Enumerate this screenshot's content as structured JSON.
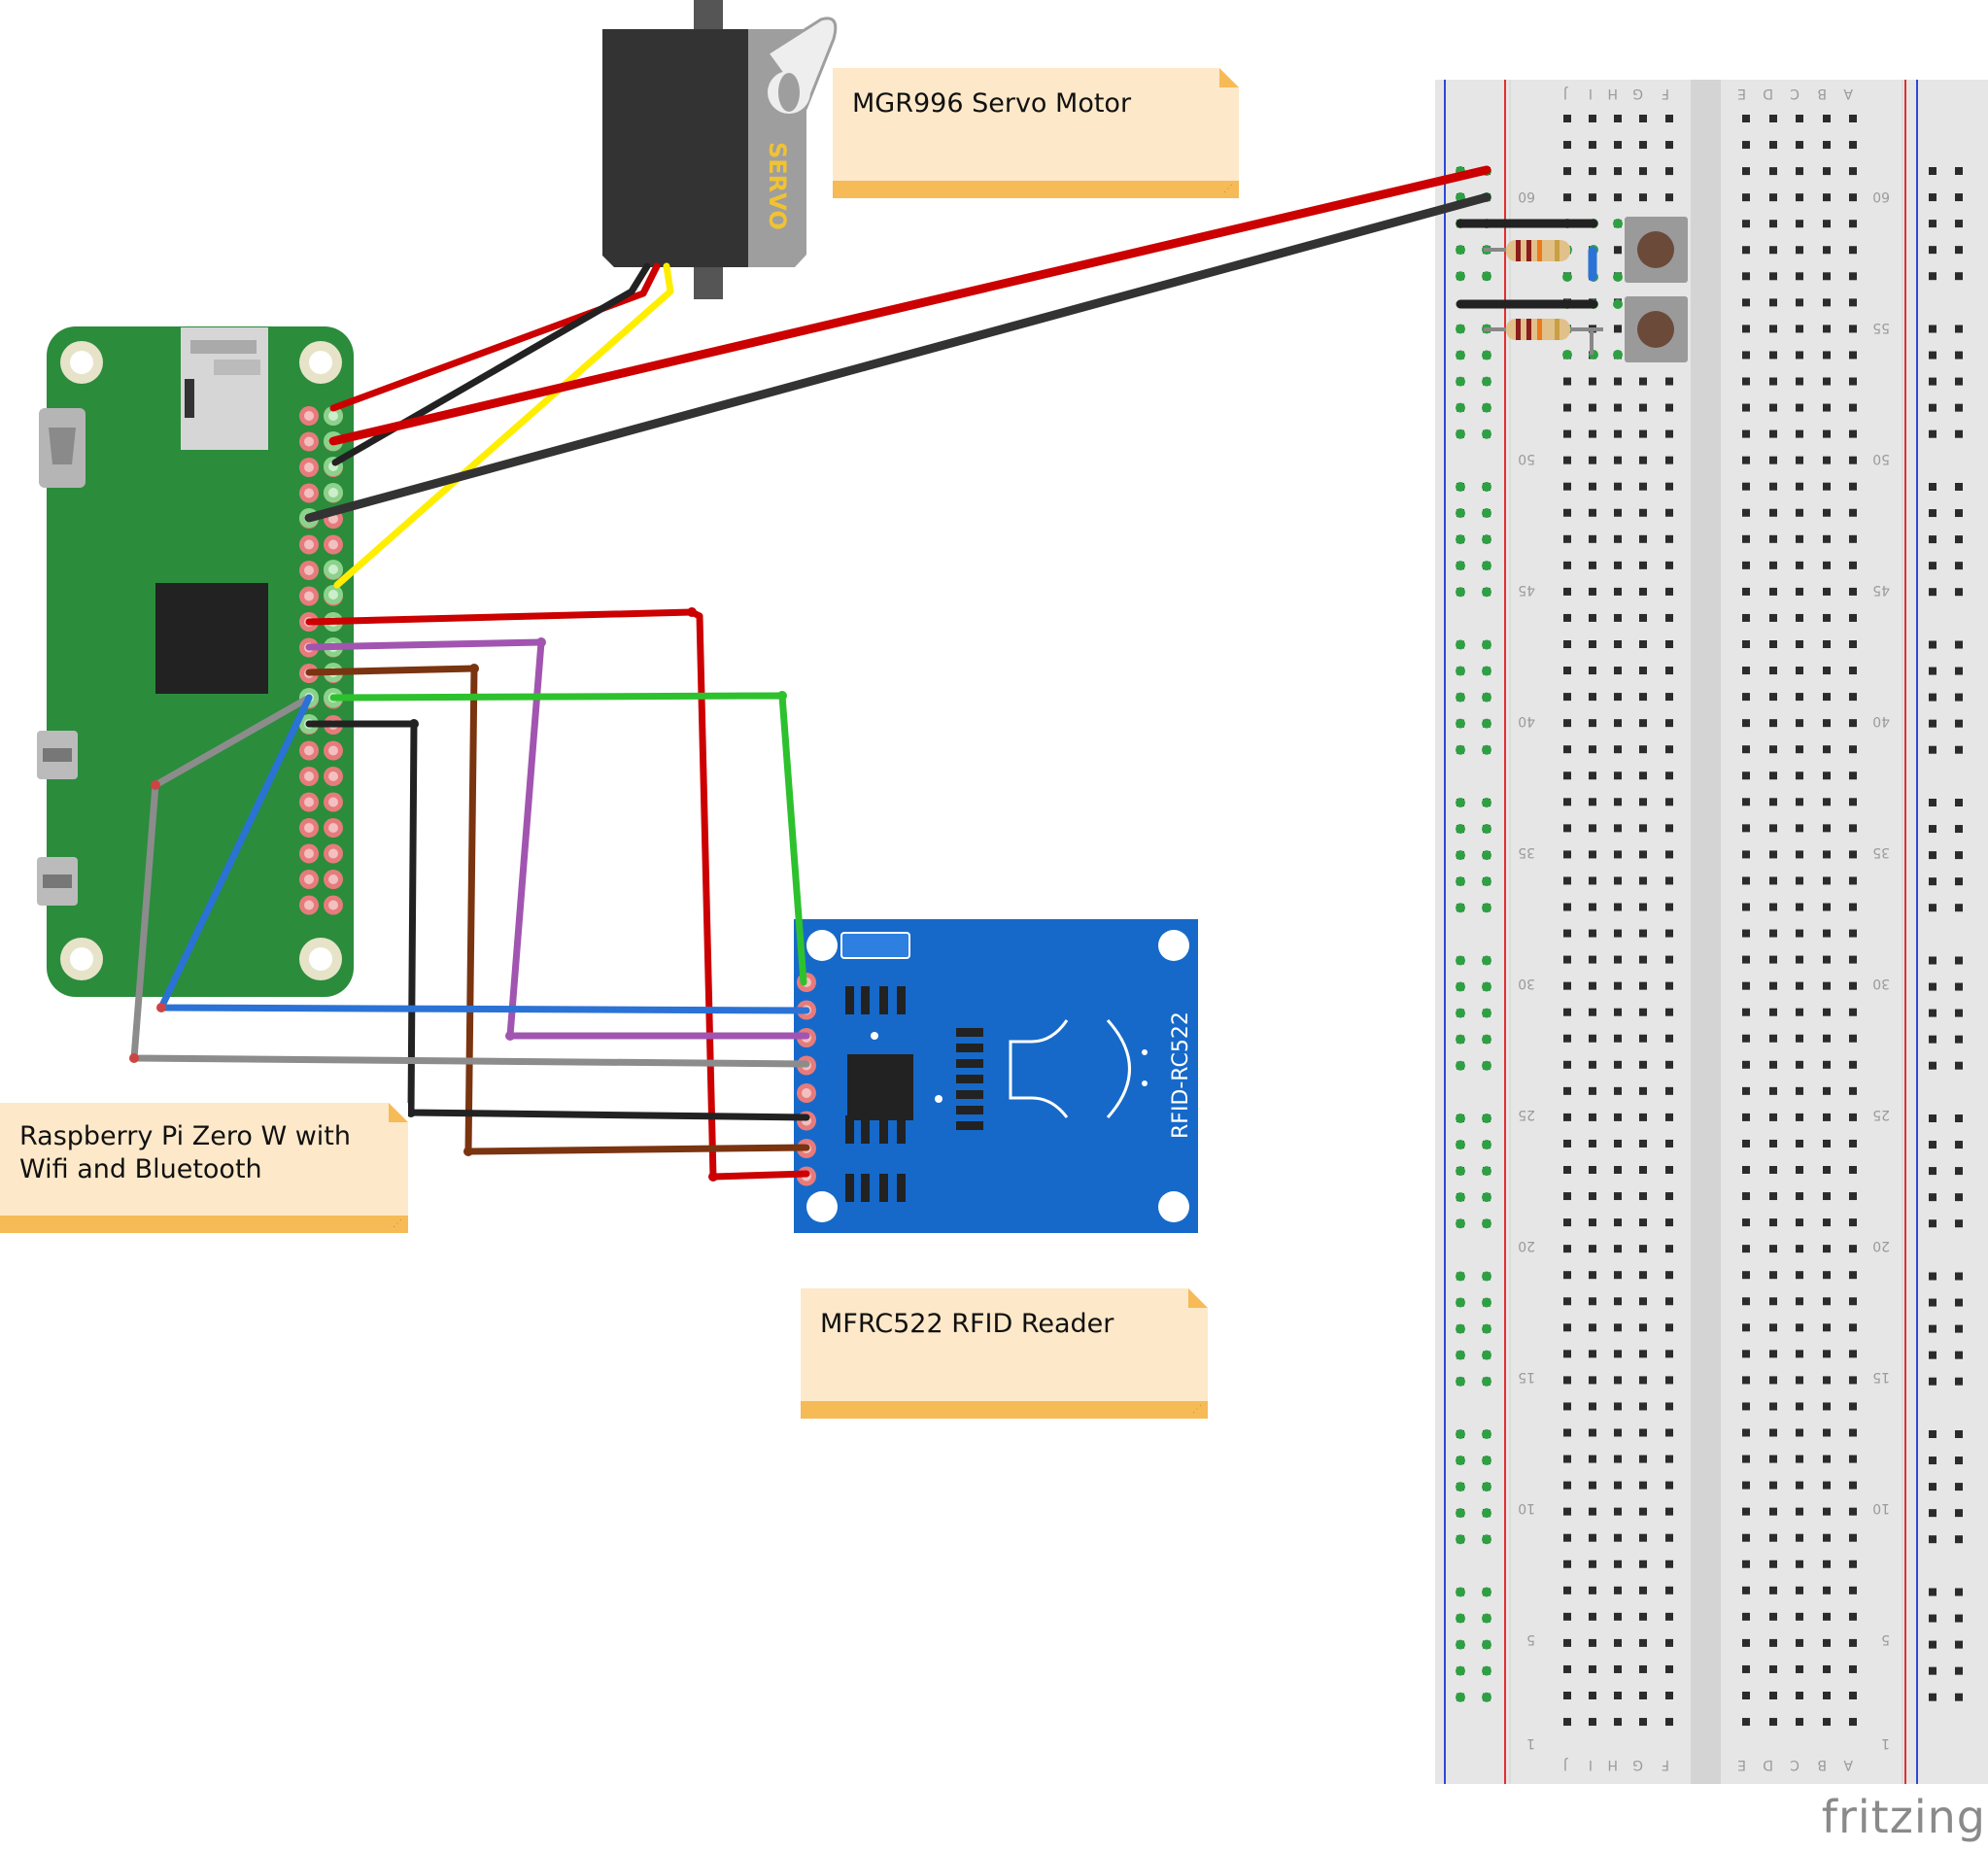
{
  "notes": {
    "servo": "MGR996 Servo Motor",
    "pi": "Raspberry Pi Zero W with Wifi and Bluetooth",
    "rfid": "MFRC522 RFID Reader"
  },
  "servo_label": "SERVO",
  "rfid_board_label": "RFID-RC522",
  "brand": "fritzing",
  "breadboard": {
    "columns_left": [
      "J",
      "I",
      "H",
      "G",
      "F"
    ],
    "columns_right": [
      "E",
      "D",
      "C",
      "B",
      "A"
    ],
    "row_markers": [
      "60",
      "55",
      "50",
      "45",
      "40",
      "35",
      "30",
      "25",
      "20",
      "15",
      "10",
      "5",
      "1"
    ]
  },
  "colors": {
    "pi_board": "#2b8c3c",
    "rfid_board": "#1669c9",
    "servo_body": "#333333",
    "note_bg": "#fde9c9",
    "note_bar": "#f6ba57",
    "wire_red": "#cc0000",
    "wire_black": "#222222",
    "wire_yellow": "#ffee00",
    "wire_green": "#2ec12e",
    "wire_purple": "#a155b0",
    "wire_brown": "#7a3410",
    "wire_blue": "#2b72d6",
    "wire_gray": "#8c8c8c"
  }
}
